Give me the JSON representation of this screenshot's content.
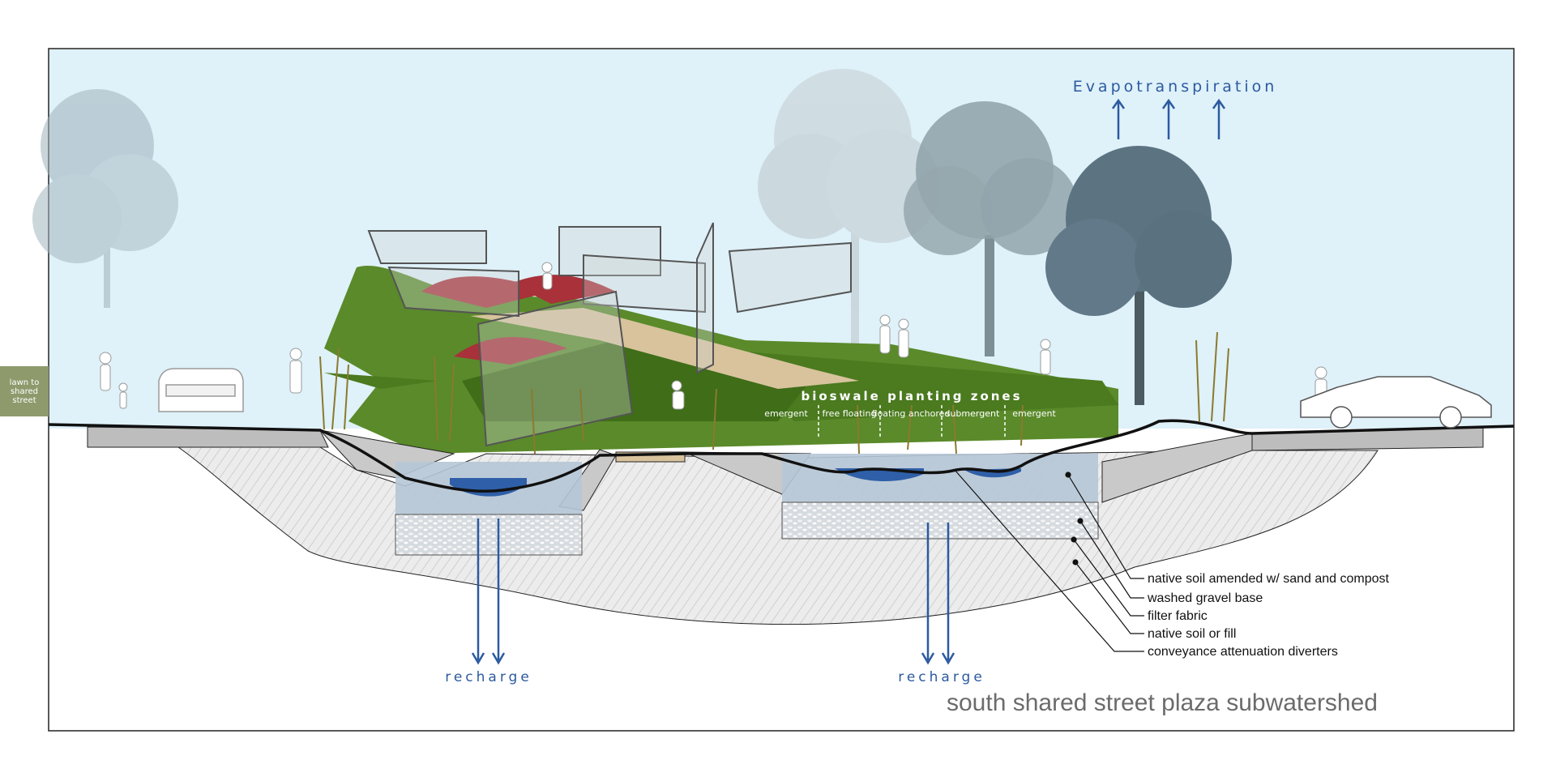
{
  "labels": {
    "evapotranspiration": "Evapotranspiration",
    "zones_title": "bioswale planting zones",
    "zones": [
      "emergent",
      "free floating",
      "floating anchored",
      "submergent",
      "emergent"
    ],
    "recharge_left": "recharge",
    "recharge_right": "recharge",
    "side_tab": "lawn to shared street",
    "title": "south shared street plaza subwatershed"
  },
  "layers": [
    "native soil amended w/ sand and compost",
    "washed gravel base",
    "filter fabric",
    "native soil or fill",
    "conveyance attenuation diverters"
  ],
  "colors": {
    "sky": "#dff1f9",
    "grass": "#4f7a22",
    "water": "#2f5fa8",
    "arrow": "#2c5aa0",
    "soil_fill": "#e6e6e6",
    "red_mound": "#a8313a"
  }
}
